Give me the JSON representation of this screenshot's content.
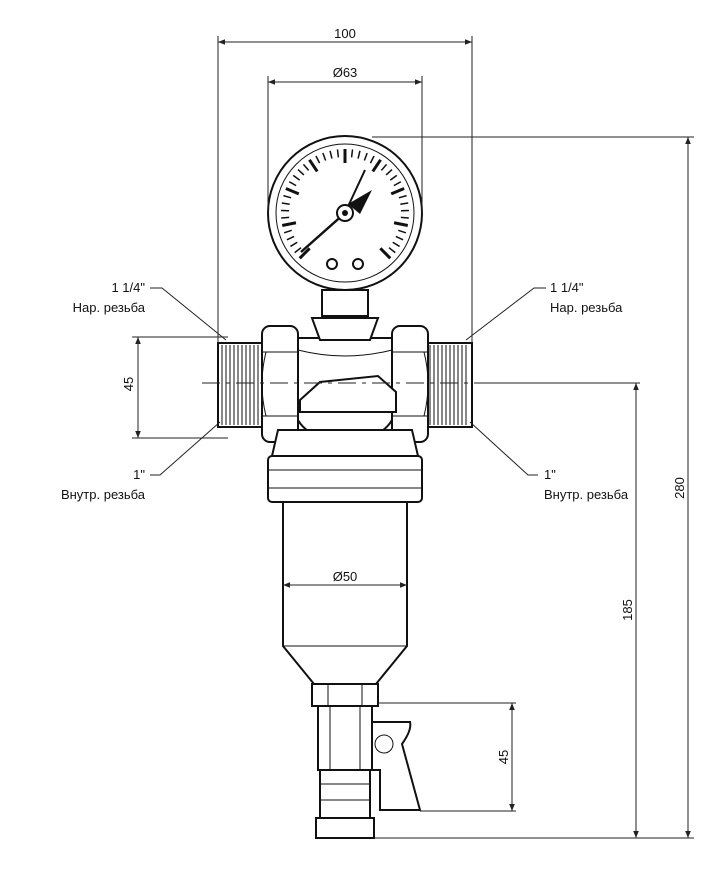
{
  "dimensions": {
    "width_overall": "100",
    "gauge_diameter": "Ø63",
    "bowl_diameter": "Ø50",
    "port_height": "45",
    "total_height": "280",
    "lower_height": "185",
    "drain_height": "45"
  },
  "annotations": {
    "left_outer_size": "1 1/4\"",
    "left_outer_type": "Нар. резьба",
    "right_outer_size": "1 1/4\"",
    "right_outer_type": "Нар. резьба",
    "left_inner_size": "1\"",
    "left_inner_type": "Внутр. резьба",
    "right_inner_size": "1\"",
    "right_inner_type": "Внутр. резьба"
  },
  "colors": {
    "line": "#111111",
    "background": "#ffffff"
  }
}
